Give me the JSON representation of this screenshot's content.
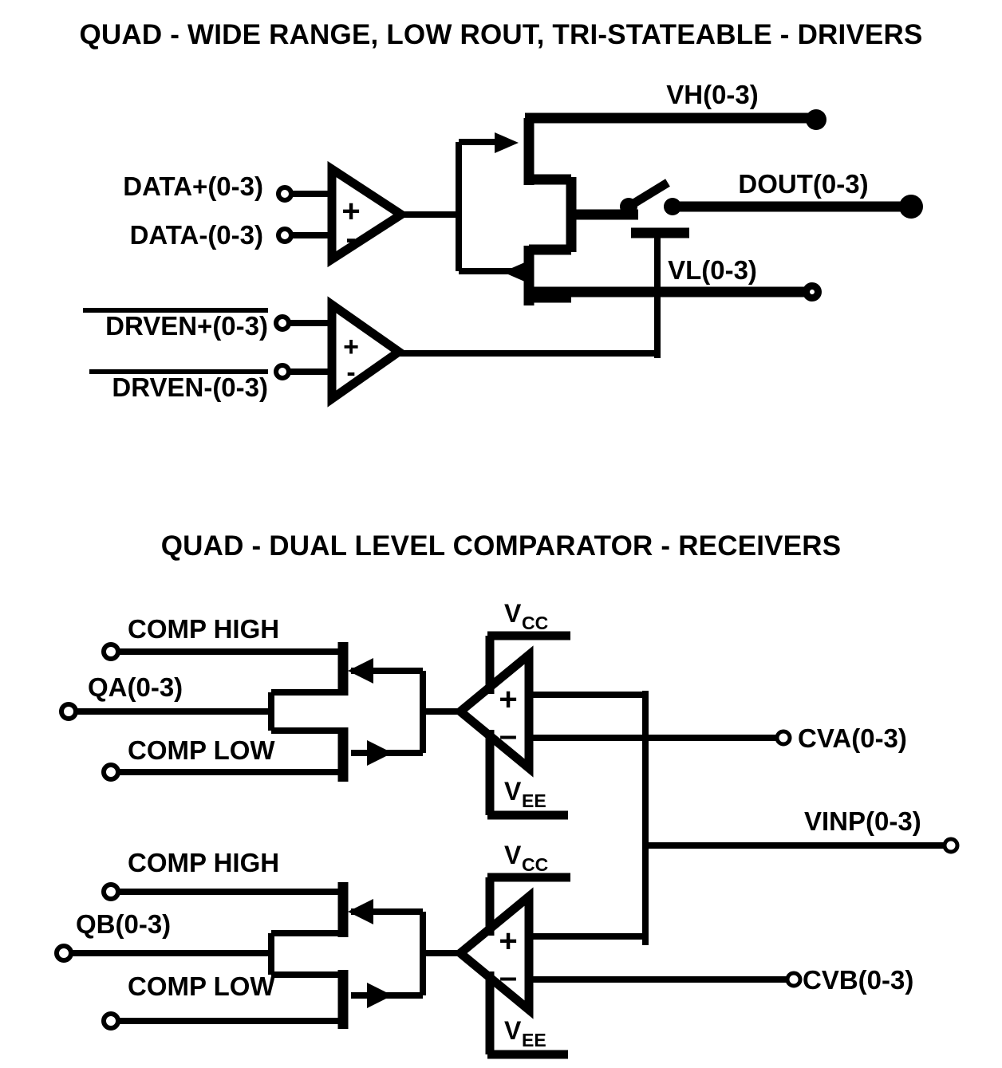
{
  "document": {
    "kind": "electronic-schematic",
    "background_color": "#ffffff",
    "line_color": "#000000"
  },
  "driver_section": {
    "title": "QUAD - WIDE RANGE, LOW ROUT, TRI-STATEABLE - DRIVERS",
    "inputs": [
      {
        "id": "data-plus",
        "label": "DATA+(0-3)",
        "overbar": false,
        "terminal": "open-circle"
      },
      {
        "id": "data-minus",
        "label": "DATA-(0-3)",
        "overbar": false,
        "terminal": "open-circle"
      },
      {
        "id": "drven-plus",
        "label": "DRVEN+(0-3)",
        "overbar": true,
        "terminal": "open-circle"
      },
      {
        "id": "drven-minus",
        "label": "DRVEN-(0-3)",
        "overbar": true,
        "terminal": "open-circle"
      }
    ],
    "outputs": [
      {
        "id": "vh",
        "label": "VH(0-3)",
        "terminal": "filled-circle"
      },
      {
        "id": "dout",
        "label": "DOUT(0-3)",
        "terminal": "filled-circle-large"
      },
      {
        "id": "vl",
        "label": "VL(0-3)",
        "terminal": "filled-circle"
      }
    ],
    "amplifiers": [
      {
        "id": "data-amp",
        "plus": "+",
        "minus": "-",
        "orientation": "points-right"
      },
      {
        "id": "drven-amp",
        "plus": "+",
        "minus": "-",
        "orientation": "points-right"
      }
    ],
    "devices": [
      {
        "id": "high-side-fet",
        "type": "mosfet",
        "arrow": "into-gate"
      },
      {
        "id": "low-side-fet",
        "type": "mosfet",
        "arrow": "out-of-gate"
      },
      {
        "id": "output-switch",
        "type": "spst-switch",
        "state": "open"
      }
    ]
  },
  "receiver_section": {
    "title": "QUAD - DUAL LEVEL COMPARATOR - RECEIVERS",
    "channels": [
      {
        "id": "channel-a",
        "inputs": [
          {
            "id": "comp-high-a",
            "label": "COMP HIGH",
            "terminal": "open-circle"
          },
          {
            "id": "qa",
            "label": "QA(0-3)",
            "terminal": "open-circle"
          },
          {
            "id": "comp-low-a",
            "label": "COMP LOW",
            "terminal": "open-circle"
          }
        ],
        "comparator": {
          "id": "comparator-a",
          "plus": "+",
          "minus": "–",
          "orientation": "points-left",
          "rail_top": {
            "symbol": "V",
            "subscript": "CC"
          },
          "rail_bottom": {
            "symbol": "V",
            "subscript": "EE"
          }
        },
        "output": {
          "id": "cva",
          "label": "CVA(0-3)",
          "terminal": "open-circle"
        }
      },
      {
        "id": "channel-b",
        "inputs": [
          {
            "id": "comp-high-b",
            "label": "COMP HIGH",
            "terminal": "open-circle"
          },
          {
            "id": "qb",
            "label": "QB(0-3)",
            "terminal": "open-circle"
          },
          {
            "id": "comp-low-b",
            "label": "COMP LOW",
            "terminal": "open-circle"
          }
        ],
        "comparator": {
          "id": "comparator-b",
          "plus": "+",
          "minus": "–",
          "orientation": "points-left",
          "rail_top": {
            "symbol": "V",
            "subscript": "CC"
          },
          "rail_bottom": {
            "symbol": "V",
            "subscript": "EE"
          }
        },
        "output": {
          "id": "cvb",
          "label": "CVB(0-3)",
          "terminal": "open-circle"
        }
      }
    ],
    "shared_input": {
      "id": "vinp",
      "label": "VINP(0-3)",
      "terminal": "open-circle"
    }
  }
}
